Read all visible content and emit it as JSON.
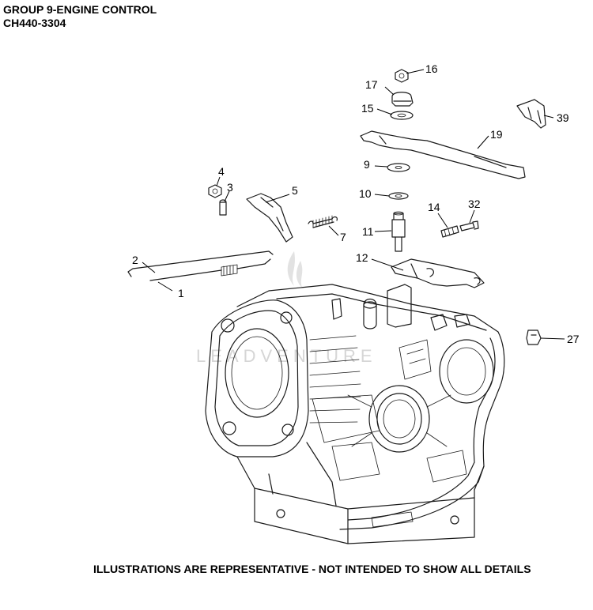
{
  "header": {
    "group_title": "GROUP 9-ENGINE CONTROL",
    "model": "CH440-3304"
  },
  "footer": {
    "disclaimer": "ILLUSTRATIONS ARE REPRESENTATIVE - NOT INTENDED TO SHOW ALL DETAILS"
  },
  "callouts": {
    "c1": "1",
    "c2": "2",
    "c3": "3",
    "c4": "4",
    "c5": "5",
    "c7": "7",
    "c9": "9",
    "c10": "10",
    "c11": "11",
    "c12": "12",
    "c14": "14",
    "c15": "15",
    "c16": "16",
    "c17": "17",
    "c19": "19",
    "c27": "27",
    "c32": "32",
    "c39": "39"
  },
  "watermark": {
    "text": "LEADVENTURE"
  }
}
